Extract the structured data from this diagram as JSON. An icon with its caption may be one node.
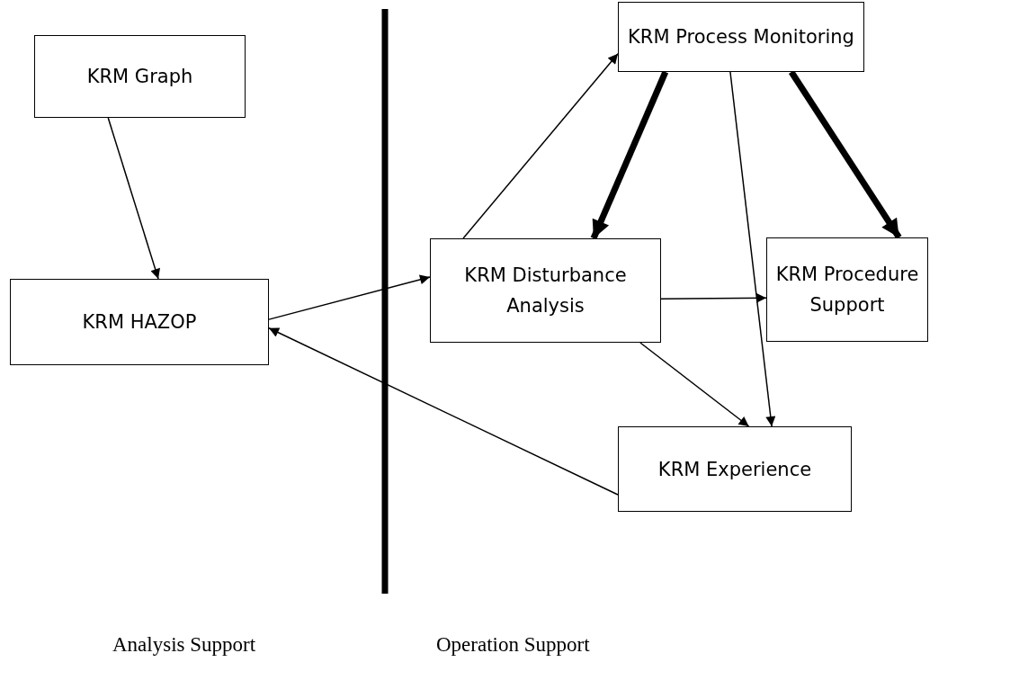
{
  "diagram": {
    "nodes": [
      {
        "text": [
          "KRM Graph"
        ]
      },
      {
        "text": [
          "KRM HAZOP"
        ]
      },
      {
        "text": [
          "KRM Process Monitoring"
        ]
      },
      {
        "text": [
          "KRM Disturbance Analysis"
        ]
      },
      {
        "text": [
          "KRM Procedure Support"
        ]
      },
      {
        "text": [
          "KRM Experience"
        ]
      }
    ],
    "edges": [
      {
        "from": 0,
        "to": 1,
        "arrow": "to"
      },
      {
        "from": 1,
        "to": 3,
        "arrow": "to"
      },
      {
        "from": 3,
        "to": 2,
        "arrow": "to"
      },
      {
        "from": 2,
        "to": 3,
        "arrow": "to",
        "style": "thick"
      },
      {
        "from": 2,
        "to": 4,
        "arrow": "to",
        "style": "thick"
      },
      {
        "from": 3,
        "to": 4,
        "arrow": "to"
      },
      {
        "from": 3,
        "to": 5,
        "arrow": "to"
      },
      {
        "from": 2,
        "to": 5,
        "arrow": "to"
      },
      {
        "from": 5,
        "to": 1,
        "arrow": "to"
      }
    ],
    "labels": [
      "Analysis Support",
      "Operation Support"
    ]
  }
}
